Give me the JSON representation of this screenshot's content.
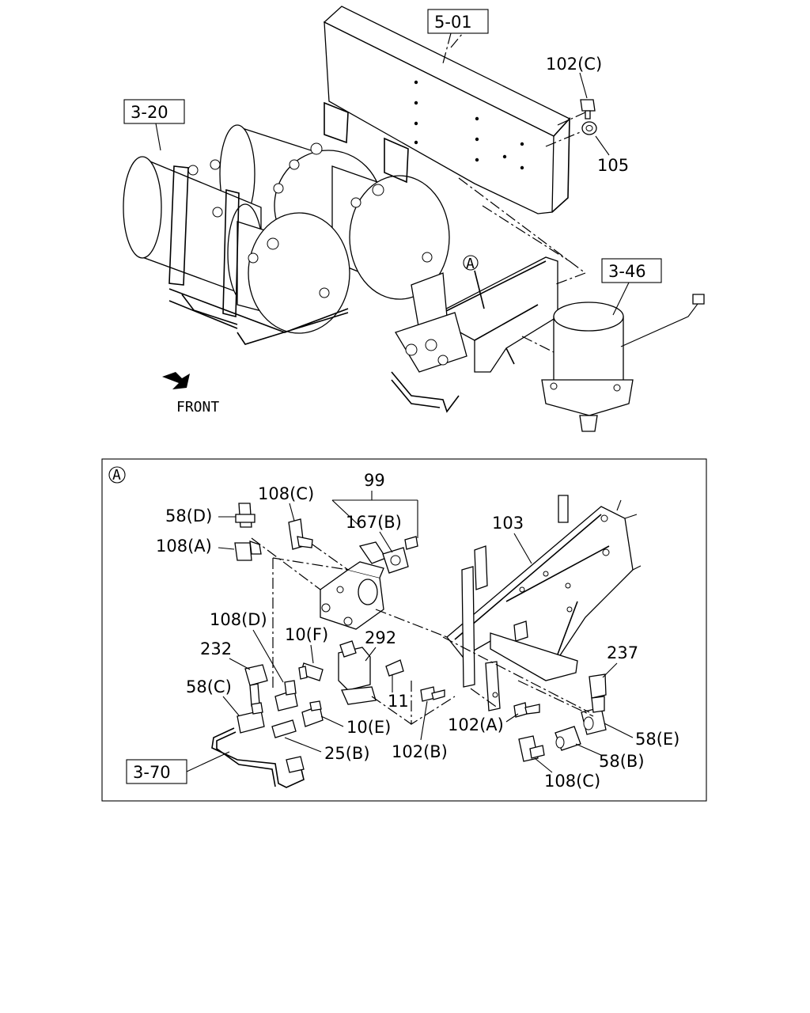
{
  "upper_view": {
    "refs": {
      "frame": "5-01",
      "tanks": "3-20",
      "dryer": "3-46"
    },
    "parts": {
      "bolt_top": "102(C)",
      "nut_top": "105"
    },
    "detail_marker": "A",
    "front_label": "FRONT"
  },
  "detail_view": {
    "marker": "A",
    "refs": {
      "pipe": "3-70"
    },
    "parts": {
      "p99": "99",
      "p108c_top": "108(C)",
      "p58d": "58(D)",
      "p167b": "167(B)",
      "p108a": "108(A)",
      "p103": "103",
      "p108d": "108(D)",
      "p10f": "10(F)",
      "p292": "292",
      "p232": "232",
      "p237": "237",
      "p58c": "58(C)",
      "p11": "11",
      "p10e": "10(E)",
      "p102a": "102(A)",
      "p58e": "58(E)",
      "p25b": "25(B)",
      "p102b": "102(B)",
      "p58b": "58(B)",
      "p108c_bottom": "108(C)"
    }
  }
}
